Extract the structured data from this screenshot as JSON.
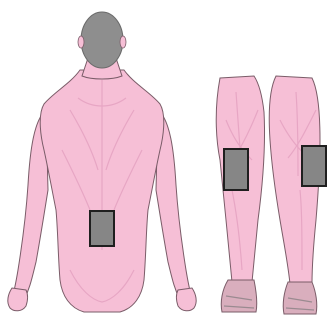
{
  "colors": {
    "background": "#ffffff",
    "skin": "#f6bfd6",
    "skin_shadow": "#e7a6c4",
    "outline": "#7a5c68",
    "hair": "#8e8e8e",
    "hair_dark": "#6b6b6b",
    "electrode_fill": "#868686",
    "electrode_stroke": "#1f1f1f",
    "foot_shade": "#9a8a90"
  },
  "figures": [
    {
      "view": "back-torso",
      "electrodes": 1
    },
    {
      "view": "back-of-legs",
      "electrodes": 2
    }
  ]
}
